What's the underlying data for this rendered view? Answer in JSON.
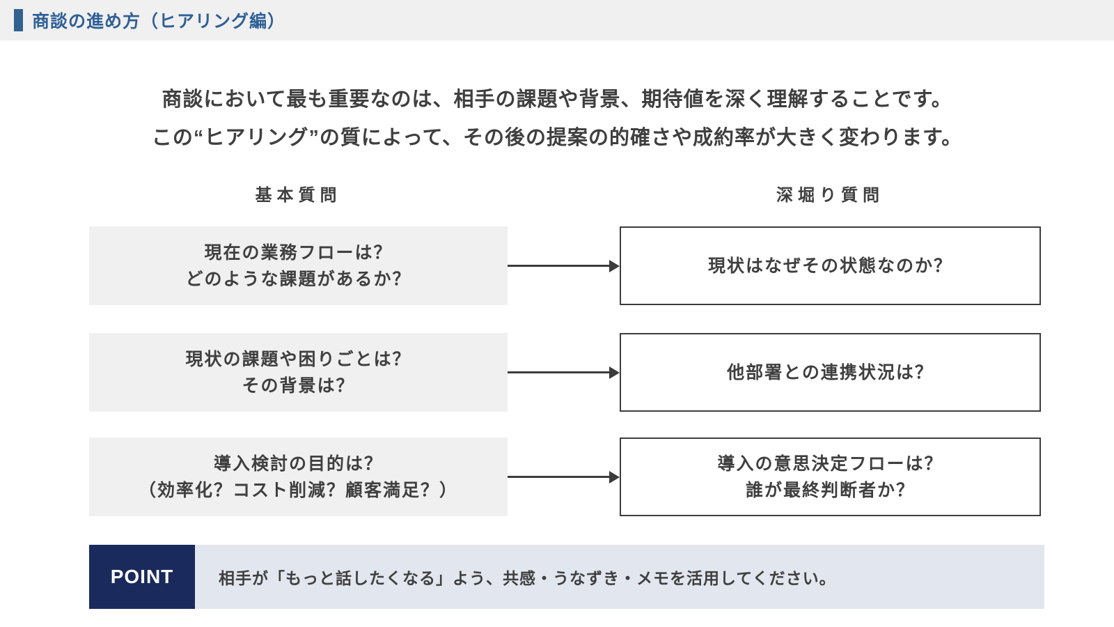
{
  "header": {
    "title": "商談の進め方（ヒアリング編）"
  },
  "intro": {
    "line1": "商談において最も重要なのは、相手の課題や背景、期待値を深く理解することです。",
    "line2": "この“ヒアリング”の質によって、その後の提案の的確さや成約率が大きく変わります。"
  },
  "columns": {
    "left_header": "基本質問",
    "right_header": "深堀り質問"
  },
  "rows": [
    {
      "basic": [
        "現在の業務フローは？",
        "どのような課題があるか？"
      ],
      "deep": [
        "現状はなぜその状態なのか？"
      ]
    },
    {
      "basic": [
        "現状の課題や困りごとは？",
        "その背景は？"
      ],
      "deep": [
        "他部署との連携状況は？"
      ]
    },
    {
      "basic": [
        "導入検討の目的は？",
        "（効率化？コスト削減？顧客満足？）"
      ],
      "deep": [
        "導入の意思決定フローは？",
        "誰が最終判断者か？"
      ]
    }
  ],
  "point": {
    "label": "POINT",
    "text": "相手が「もっと話したくなる」よう、共感・うなずき・メモを活用してください。"
  },
  "colors": {
    "accent_blue": "#33618f",
    "title_text": "#2f5f96",
    "header_bg": "#f0f0f0",
    "basic_box_bg": "#f0f0f0",
    "deep_box_border": "#3c3c3c",
    "arrow": "#3c3c3c",
    "body_text": "#3f3f3f",
    "point_navy": "#1a2a5c",
    "point_bar_bg": "#e2e6ee"
  }
}
